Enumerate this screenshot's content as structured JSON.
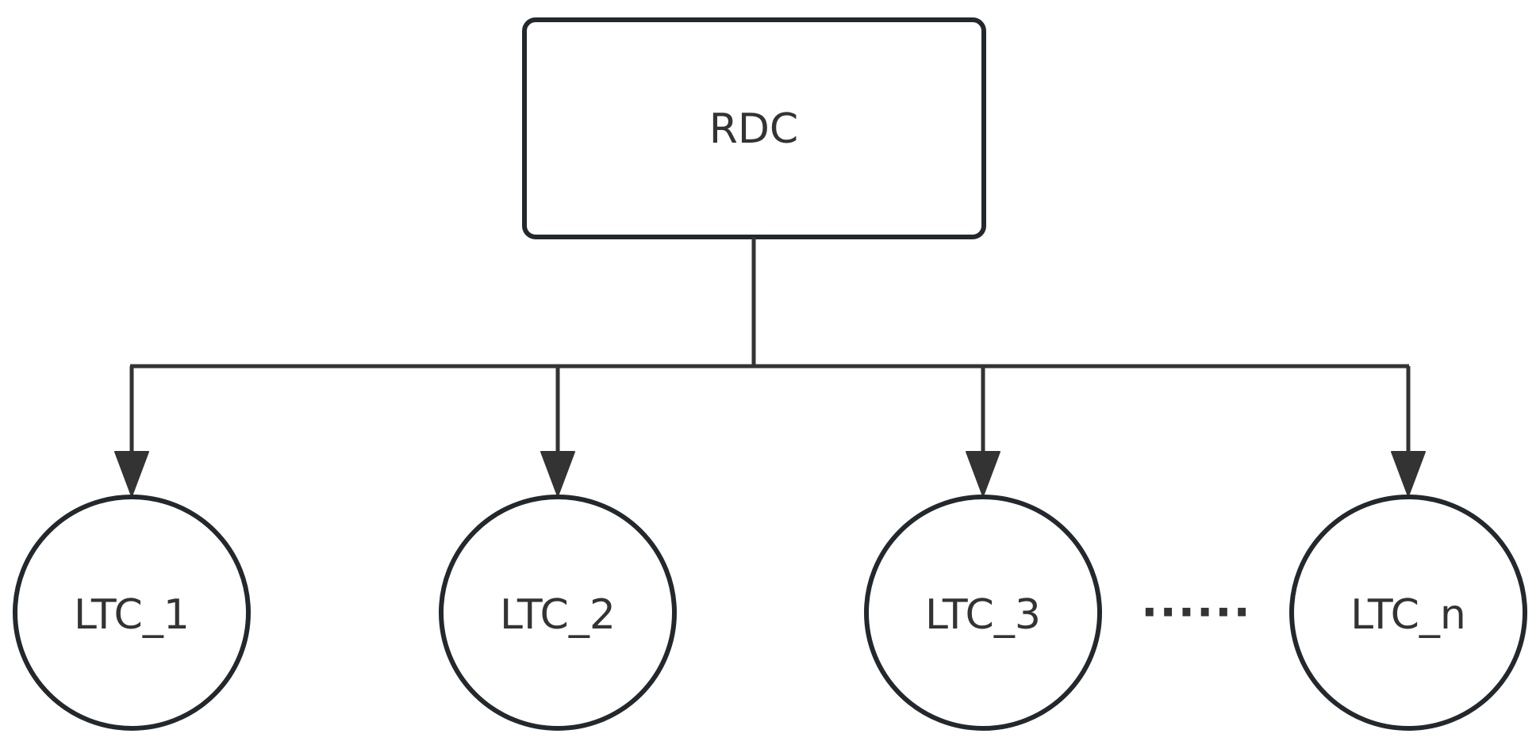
{
  "diagram": {
    "root": {
      "label": "RDC"
    },
    "children": [
      {
        "label": "LTC_1"
      },
      {
        "label": "LTC_2"
      },
      {
        "label": "LTC_3"
      },
      {
        "label": "LTC_n"
      }
    ],
    "ellipsis": "······"
  },
  "colors": {
    "stroke": "#23282d",
    "connector": "#333333",
    "text": "#333333",
    "background": "#ffffff"
  }
}
